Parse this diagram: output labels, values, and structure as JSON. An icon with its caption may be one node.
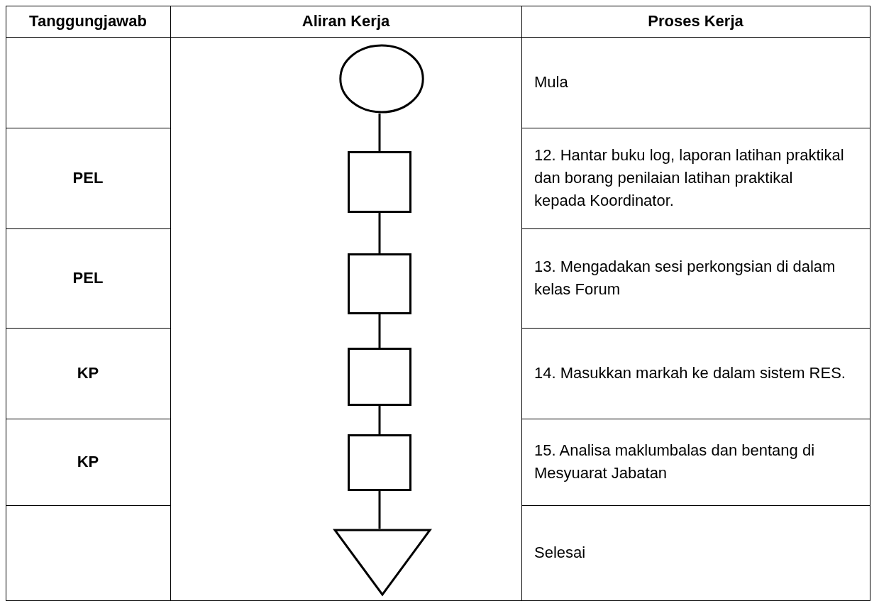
{
  "diagram": {
    "nodes": [
      {
        "text": [],
        "shape": "ellipse"
      },
      {
        "text": [],
        "shape": "box"
      },
      {
        "text": [],
        "shape": "box"
      },
      {
        "text": [],
        "shape": "box"
      },
      {
        "text": [],
        "shape": "box"
      },
      {
        "text": [],
        "shape": "triangle"
      }
    ],
    "edges": [
      {
        "from": 0,
        "to": 1,
        "arrow": "none"
      },
      {
        "from": 1,
        "to": 2,
        "arrow": "none"
      },
      {
        "from": 2,
        "to": 3,
        "arrow": "none"
      },
      {
        "from": 3,
        "to": 4,
        "arrow": "none"
      },
      {
        "from": 4,
        "to": 5,
        "arrow": "none"
      }
    ],
    "labels": [
      "Tanggungjawab",
      "Aliran Kerja",
      "Proses Kerja",
      "Mula",
      "PEL",
      "12. Hantar buku log, laporan latihan praktikal dan borang penilaian latihan praktikal kepada Koordinator.",
      "PEL",
      "13. Mengadakan sesi perkongsian di dalam kelas Forum",
      "KP",
      "14. Masukkan markah ke dalam sistem RES.",
      "KP",
      "15. Analisa maklumbalas dan bentang di Mesyuarat Jabatan",
      "Selesai"
    ]
  }
}
